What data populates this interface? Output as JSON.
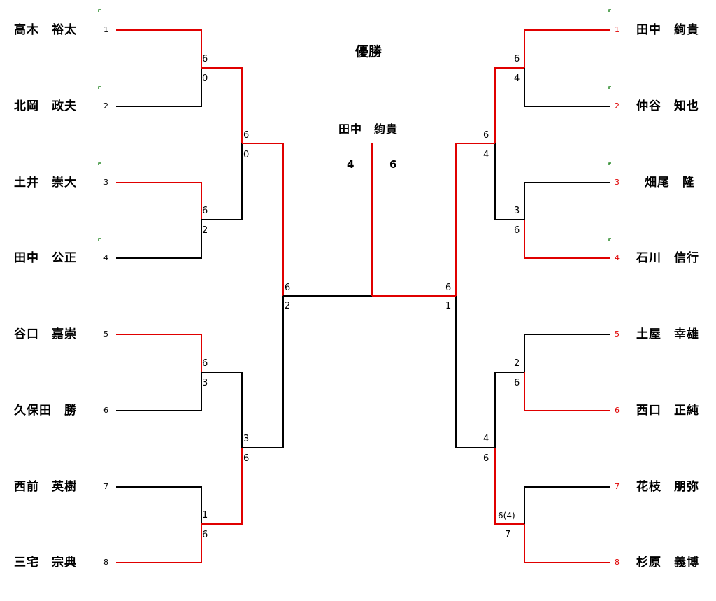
{
  "title": "優勝",
  "champion": {
    "name": "田中　絢貴",
    "score_left": "4",
    "score_right": "6"
  },
  "left": {
    "players": [
      {
        "seed": "1",
        "name": "高木　裕太"
      },
      {
        "seed": "2",
        "name": "北岡　政夫"
      },
      {
        "seed": "3",
        "name": "土井　崇大"
      },
      {
        "seed": "4",
        "name": "田中　公正"
      },
      {
        "seed": "5",
        "name": "谷口　嘉崇"
      },
      {
        "seed": "6",
        "name": "久保田　勝"
      },
      {
        "seed": "7",
        "name": "西前　英樹"
      },
      {
        "seed": "8",
        "name": "三宅　宗典"
      }
    ],
    "r1": [
      {
        "top": "6",
        "bottom": "0"
      },
      {
        "top": "6",
        "bottom": "2"
      },
      {
        "top": "6",
        "bottom": "3"
      },
      {
        "top": "1",
        "bottom": "6"
      }
    ],
    "r2": [
      {
        "top": "6",
        "bottom": "0"
      },
      {
        "top": "3",
        "bottom": "6"
      }
    ],
    "sf": {
      "top": "6",
      "bottom": "2"
    }
  },
  "right": {
    "players": [
      {
        "seed": "1",
        "name": "田中　絢貴"
      },
      {
        "seed": "2",
        "name": "仲谷　知也"
      },
      {
        "seed": "3",
        "name": "畑尾　隆"
      },
      {
        "seed": "4",
        "name": "石川　信行"
      },
      {
        "seed": "5",
        "name": "土屋　幸雄"
      },
      {
        "seed": "6",
        "name": "西口　正純"
      },
      {
        "seed": "7",
        "name": "花枝　朋弥"
      },
      {
        "seed": "8",
        "name": "杉原　義博"
      }
    ],
    "r1": [
      {
        "top": "6",
        "bottom": "4"
      },
      {
        "top": "3",
        "bottom": "6"
      },
      {
        "top": "2",
        "bottom": "6"
      },
      {
        "top": "6(4)",
        "bottom": "7"
      }
    ],
    "r2": [
      {
        "top": "6",
        "bottom": "4"
      },
      {
        "top": "4",
        "bottom": "6"
      }
    ],
    "sf": {
      "top": "6",
      "bottom": "1"
    }
  },
  "colors": {
    "win": "#e00000",
    "lose": "#000000",
    "mark": "#2a8a2a"
  }
}
